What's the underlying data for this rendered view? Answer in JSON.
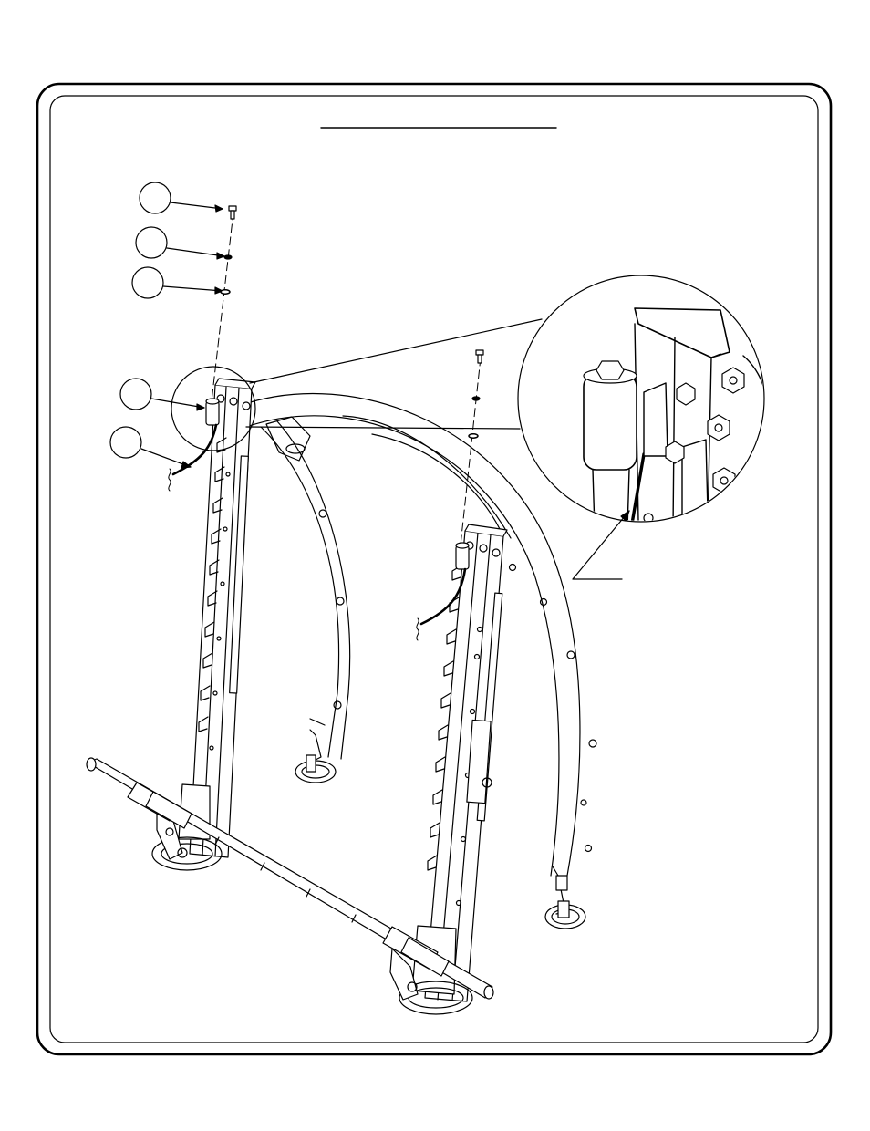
{
  "diagram": {
    "title": "",
    "callouts": [
      {
        "id": "callout-1",
        "label": ""
      },
      {
        "id": "callout-2",
        "label": ""
      },
      {
        "id": "callout-3",
        "label": ""
      },
      {
        "id": "callout-4",
        "label": ""
      },
      {
        "id": "callout-5",
        "label": ""
      }
    ],
    "detail_view": {
      "label": ""
    }
  },
  "colors": {
    "ink": "#000000",
    "paper": "#ffffff"
  }
}
